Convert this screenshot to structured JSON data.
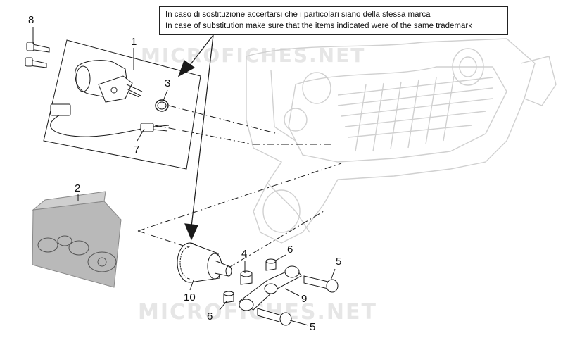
{
  "note": {
    "line_it": "In caso di sostituzione accertarsi che i particolari siano della stessa marca",
    "line_en": "In case of substitution make sure that the items indicated were of the same trademark"
  },
  "watermark": "MICROFICHES.NET",
  "callouts": [
    "8",
    "1",
    "3",
    "7",
    "2",
    "4",
    "6",
    "5",
    "10",
    "9",
    "6",
    "5"
  ],
  "colors": {
    "line": "#1a1a1a",
    "engine_ghost": "#d4d4d4",
    "kit_bag": "#bdbdbd",
    "watermark": "#e6e6e6"
  }
}
